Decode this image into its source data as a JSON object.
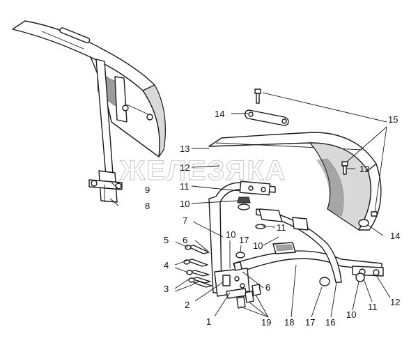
{
  "watermark": "ЖЕЛЕЗЯКА",
  "callouts": {
    "c1": "1",
    "c2": "2",
    "c3": "3",
    "c4": "4",
    "c5": "5",
    "c6_left": "6",
    "c6_right": "6",
    "c7": "7",
    "c8": "8",
    "c9": "9",
    "c10_a": "10",
    "c10_b": "10",
    "c10_c": "10",
    "c10_d": "10",
    "c11_a": "11",
    "c11_b": "11",
    "c11_c": "11",
    "c12_a": "12",
    "c12_b": "12",
    "c12_c": "12",
    "c13": "13",
    "c14_a": "14",
    "c14_b": "14",
    "c15": "15",
    "c16": "16",
    "c17_a": "17",
    "c17_b": "17",
    "c18": "18",
    "c19": "19"
  }
}
